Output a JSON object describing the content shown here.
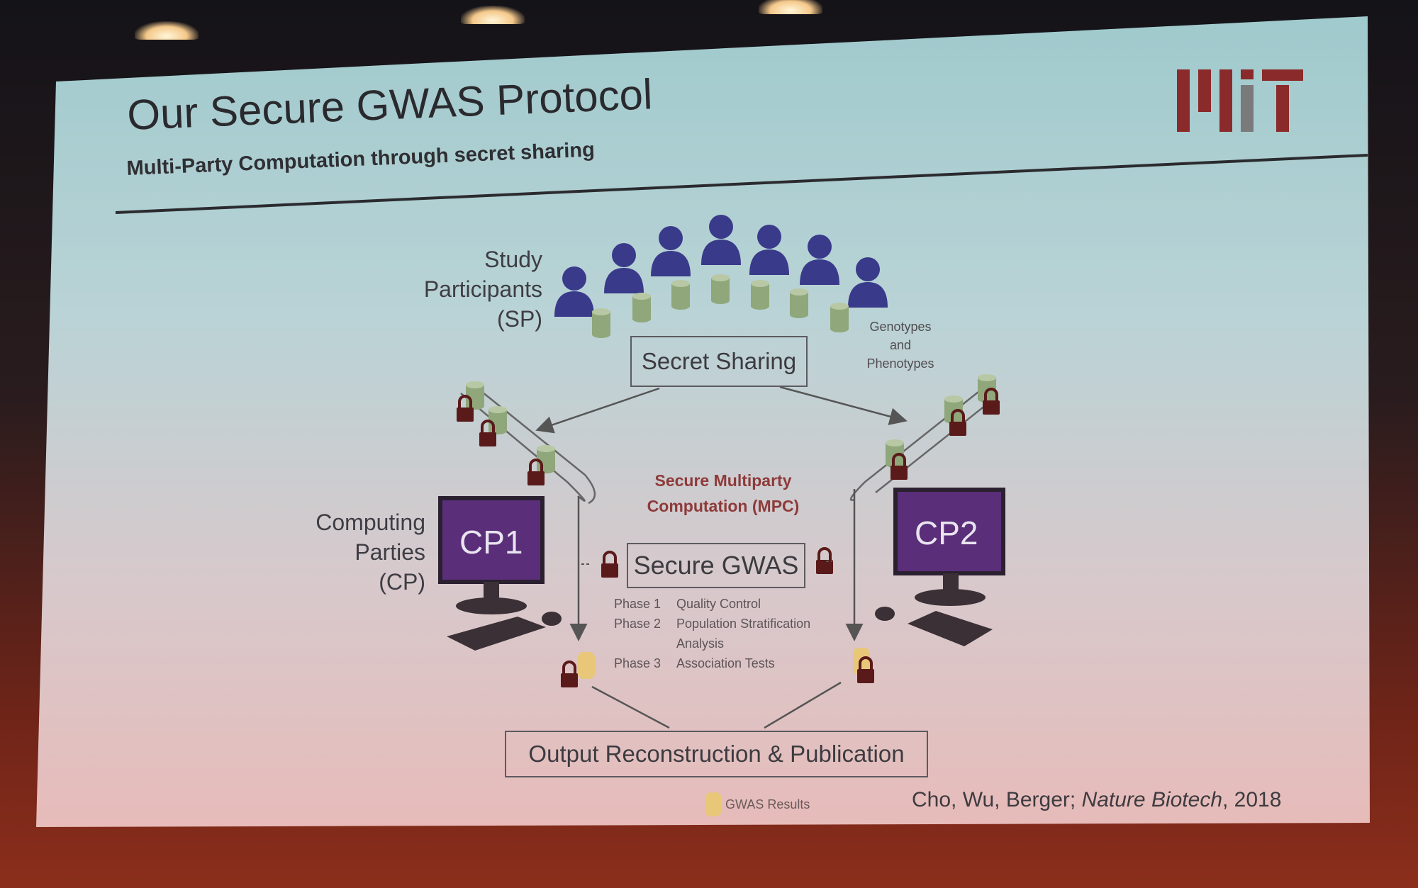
{
  "slide": {
    "title": "Our Secure GWAS Protocol",
    "subtitle": "Multi-Party Computation through secret sharing",
    "logo": "MIT",
    "participants_label": [
      "Study",
      "Participants",
      "(SP)"
    ],
    "genotypes_label": [
      "Genotypes",
      "and",
      "Phenotypes"
    ],
    "secret_sharing": "Secret Sharing",
    "computing_label": [
      "Computing",
      "Parties",
      "(CP)"
    ],
    "cp1": "CP1",
    "cp2": "CP2",
    "mpc_label": [
      "Secure Multiparty",
      "Computation (MPC)"
    ],
    "secure_gwas": "Secure GWAS",
    "phases": [
      {
        "num": "Phase 1",
        "text": "Quality Control"
      },
      {
        "num": "Phase 2",
        "text": "Population Stratification"
      },
      {
        "num": "",
        "text": "Analysis"
      },
      {
        "num": "Phase 3",
        "text": "Association Tests"
      }
    ],
    "output": "Output Reconstruction & Publication",
    "legend_results": "GWAS Results",
    "citation_authors": "Cho, Wu, Berger;",
    "citation_journal": "Nature Biotech",
    "citation_year": ", 2018"
  },
  "colors": {
    "person": "#3a3a8a",
    "data_cylinder": "#8fa77a",
    "monitor": "#5a2e78",
    "lock": "#5a1a1a",
    "results": "#e8c878",
    "mpc_text": "#8e3a3a"
  }
}
